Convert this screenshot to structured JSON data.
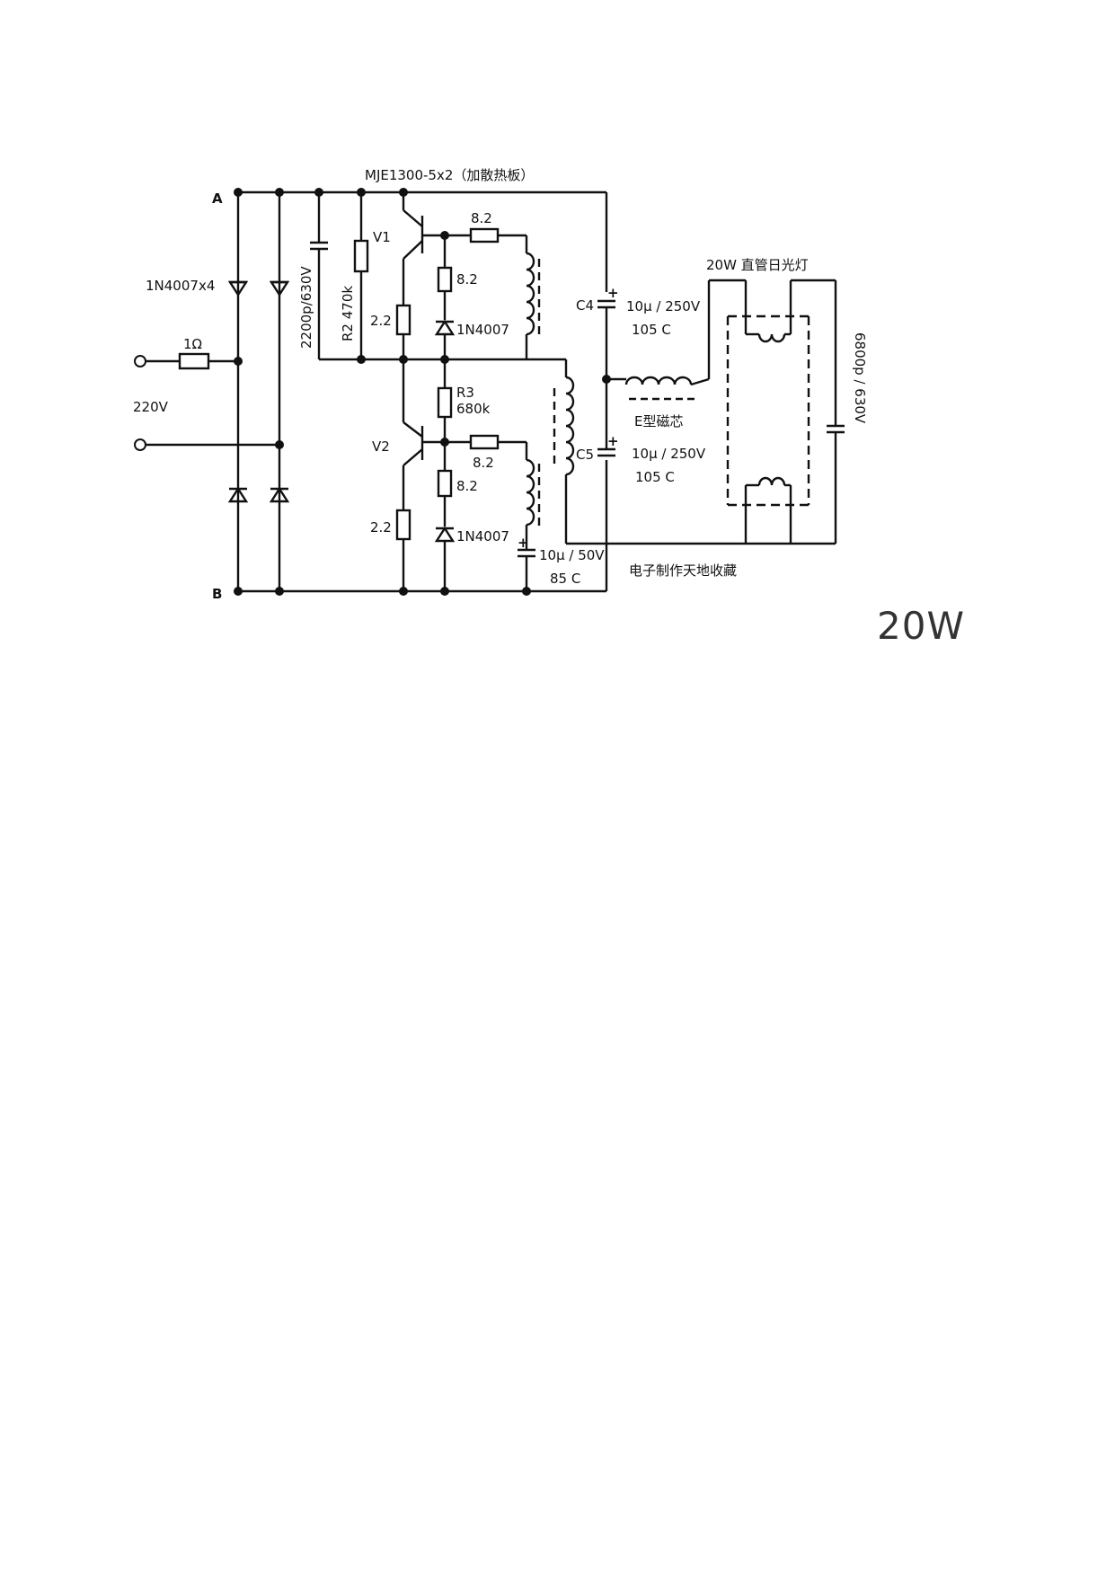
{
  "caption": "20W",
  "circuit": {
    "node_a": "A",
    "node_b": "B",
    "input_voltage": "220V",
    "fuse_resistor": "1Ω",
    "rectifier": "1N4007x4",
    "transistors": "MJE1300-5x2（加散热板）",
    "c_input": "2200p/630V",
    "r2": "R2 470k",
    "v1": "V1",
    "v2": "V2",
    "r_emitter_top": "2.2",
    "r_emitter_bottom": "2.2",
    "r_base_top": "8.2",
    "r_base_bottom": "8.2",
    "r_bd_top": "8.2",
    "r_bd_bottom": "8.2",
    "diode_top": "1N4007",
    "diode_bottom": "1N4007",
    "r3": "R3",
    "r3_value": "680k",
    "c4": "C4",
    "c4_value": "10μ / 250V",
    "c4_temp": "105  C",
    "c5": "C5",
    "c5_value": "10μ / 250V",
    "c5_temp": "105  C",
    "c_small_value": "10μ / 50V",
    "c_small_temp": "85  C",
    "core": "E型磁芯",
    "lamp": "20W 直管日光灯",
    "c_lamp": "6800p / 630V",
    "watermark": "电子制作天地收藏"
  }
}
